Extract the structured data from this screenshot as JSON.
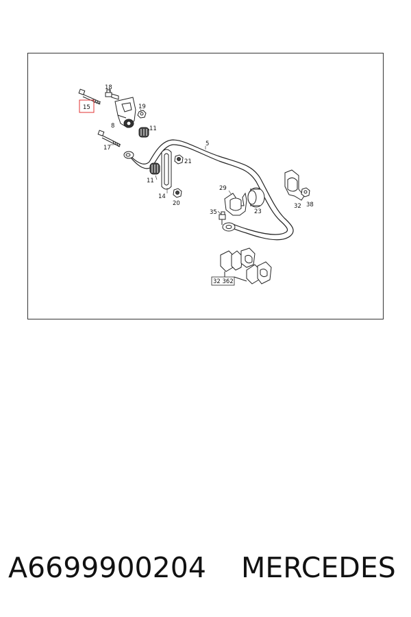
{
  "diagram": {
    "callouts": {
      "c15": "15",
      "c18": "18",
      "c19": "19",
      "c8": "8",
      "c11a": "11",
      "c17": "17",
      "c5": "5",
      "c21": "21",
      "c11b": "11",
      "c14": "14",
      "c20": "20",
      "c29": "29",
      "c23": "23",
      "c32a": "32",
      "c38": "38",
      "c35": "35",
      "c32362": "32 362"
    },
    "highlighted_callout": "15",
    "highlight_color": "#e03030"
  },
  "caption": {
    "part_number": "A6699900204",
    "brand": "MERCEDES"
  }
}
